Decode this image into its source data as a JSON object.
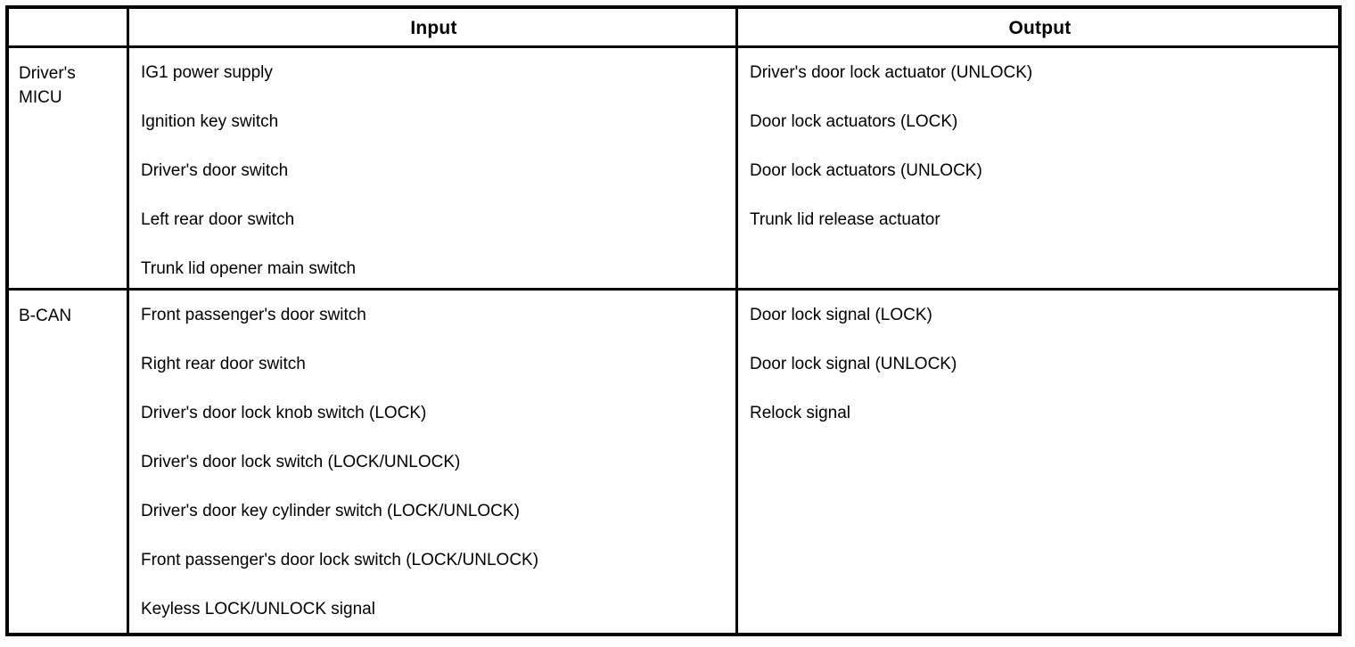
{
  "document": {
    "title": "Door Lock System Input/Output Table",
    "background_color": "#ffffff",
    "ink_color": "#000000"
  },
  "table": {
    "columns": [
      {
        "key": "source",
        "header": ""
      },
      {
        "key": "input",
        "header": "Input"
      },
      {
        "key": "output",
        "header": "Output"
      }
    ],
    "header": {
      "corner_label": "",
      "input_label": "Input",
      "output_label": "Output"
    },
    "rows": [
      {
        "label": "Driver's\nMICU",
        "inputs": [
          "IG1 power supply",
          "Ignition key switch",
          "Driver's door switch",
          "Left rear door switch",
          "Trunk lid opener main switch"
        ],
        "outputs": [
          "Driver's door lock actuator (UNLOCK)",
          "Door lock actuators (LOCK)",
          "Door lock actuators (UNLOCK)",
          "Trunk lid release actuator"
        ]
      },
      {
        "label": "B-CAN",
        "inputs": [
          "Front passenger's door switch",
          "Right rear door switch",
          "Driver's door lock knob switch (LOCK)",
          "Driver's door lock switch (LOCK/UNLOCK)",
          "Driver's door key cylinder switch (LOCK/UNLOCK)",
          "Front passenger's door lock switch (LOCK/UNLOCK)",
          "Keyless LOCK/UNLOCK signal"
        ],
        "outputs": [
          "Door lock signal (LOCK)",
          "Door lock signal (UNLOCK)",
          "Relock signal"
        ]
      }
    ]
  }
}
